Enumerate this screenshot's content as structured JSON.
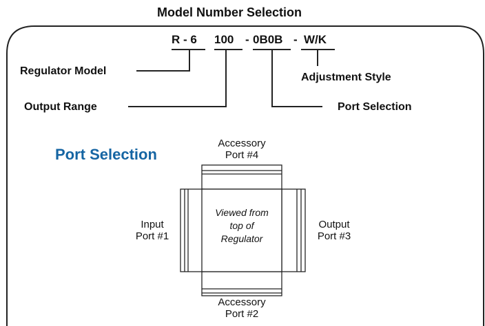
{
  "title": "Model Number Selection",
  "model_code": {
    "part1": "R - 6",
    "part2": "100",
    "sep2": "-",
    "part3": "0B0B",
    "sep3": "-",
    "part4": "W/K"
  },
  "labels": {
    "regulator_model": "Regulator Model",
    "output_range": "Output Range",
    "adjustment_style": "Adjustment Style",
    "port_selection": "Port Selection"
  },
  "port_diagram": {
    "heading": "Port Selection",
    "heading_color": "#1565a3",
    "accessory4": [
      "Accessory",
      "Port #4"
    ],
    "input1": [
      "Input",
      "Port #1"
    ],
    "output3": [
      "Output",
      "Port #3"
    ],
    "accessory2": [
      "Accessory",
      "Port #2"
    ],
    "center": [
      "Viewed from",
      "top of",
      "Regulator"
    ]
  }
}
